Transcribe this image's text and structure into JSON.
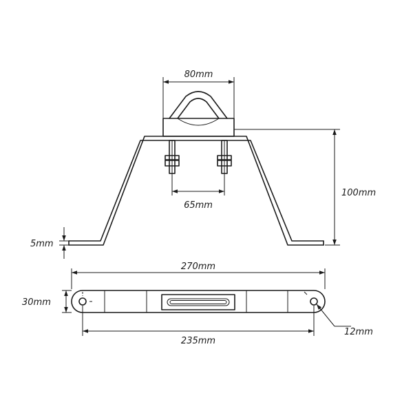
{
  "dimensions": {
    "clamp_width": "80mm",
    "bolt_spacing": "65mm",
    "height": "100mm",
    "plate_thickness": "5mm",
    "overall_length": "270mm",
    "strip_width": "30mm",
    "hole_spacing": "235mm",
    "hole_diameter": "12mm"
  },
  "colors": {
    "line": "#1a1a1a",
    "shade": "#e6e6e6"
  }
}
